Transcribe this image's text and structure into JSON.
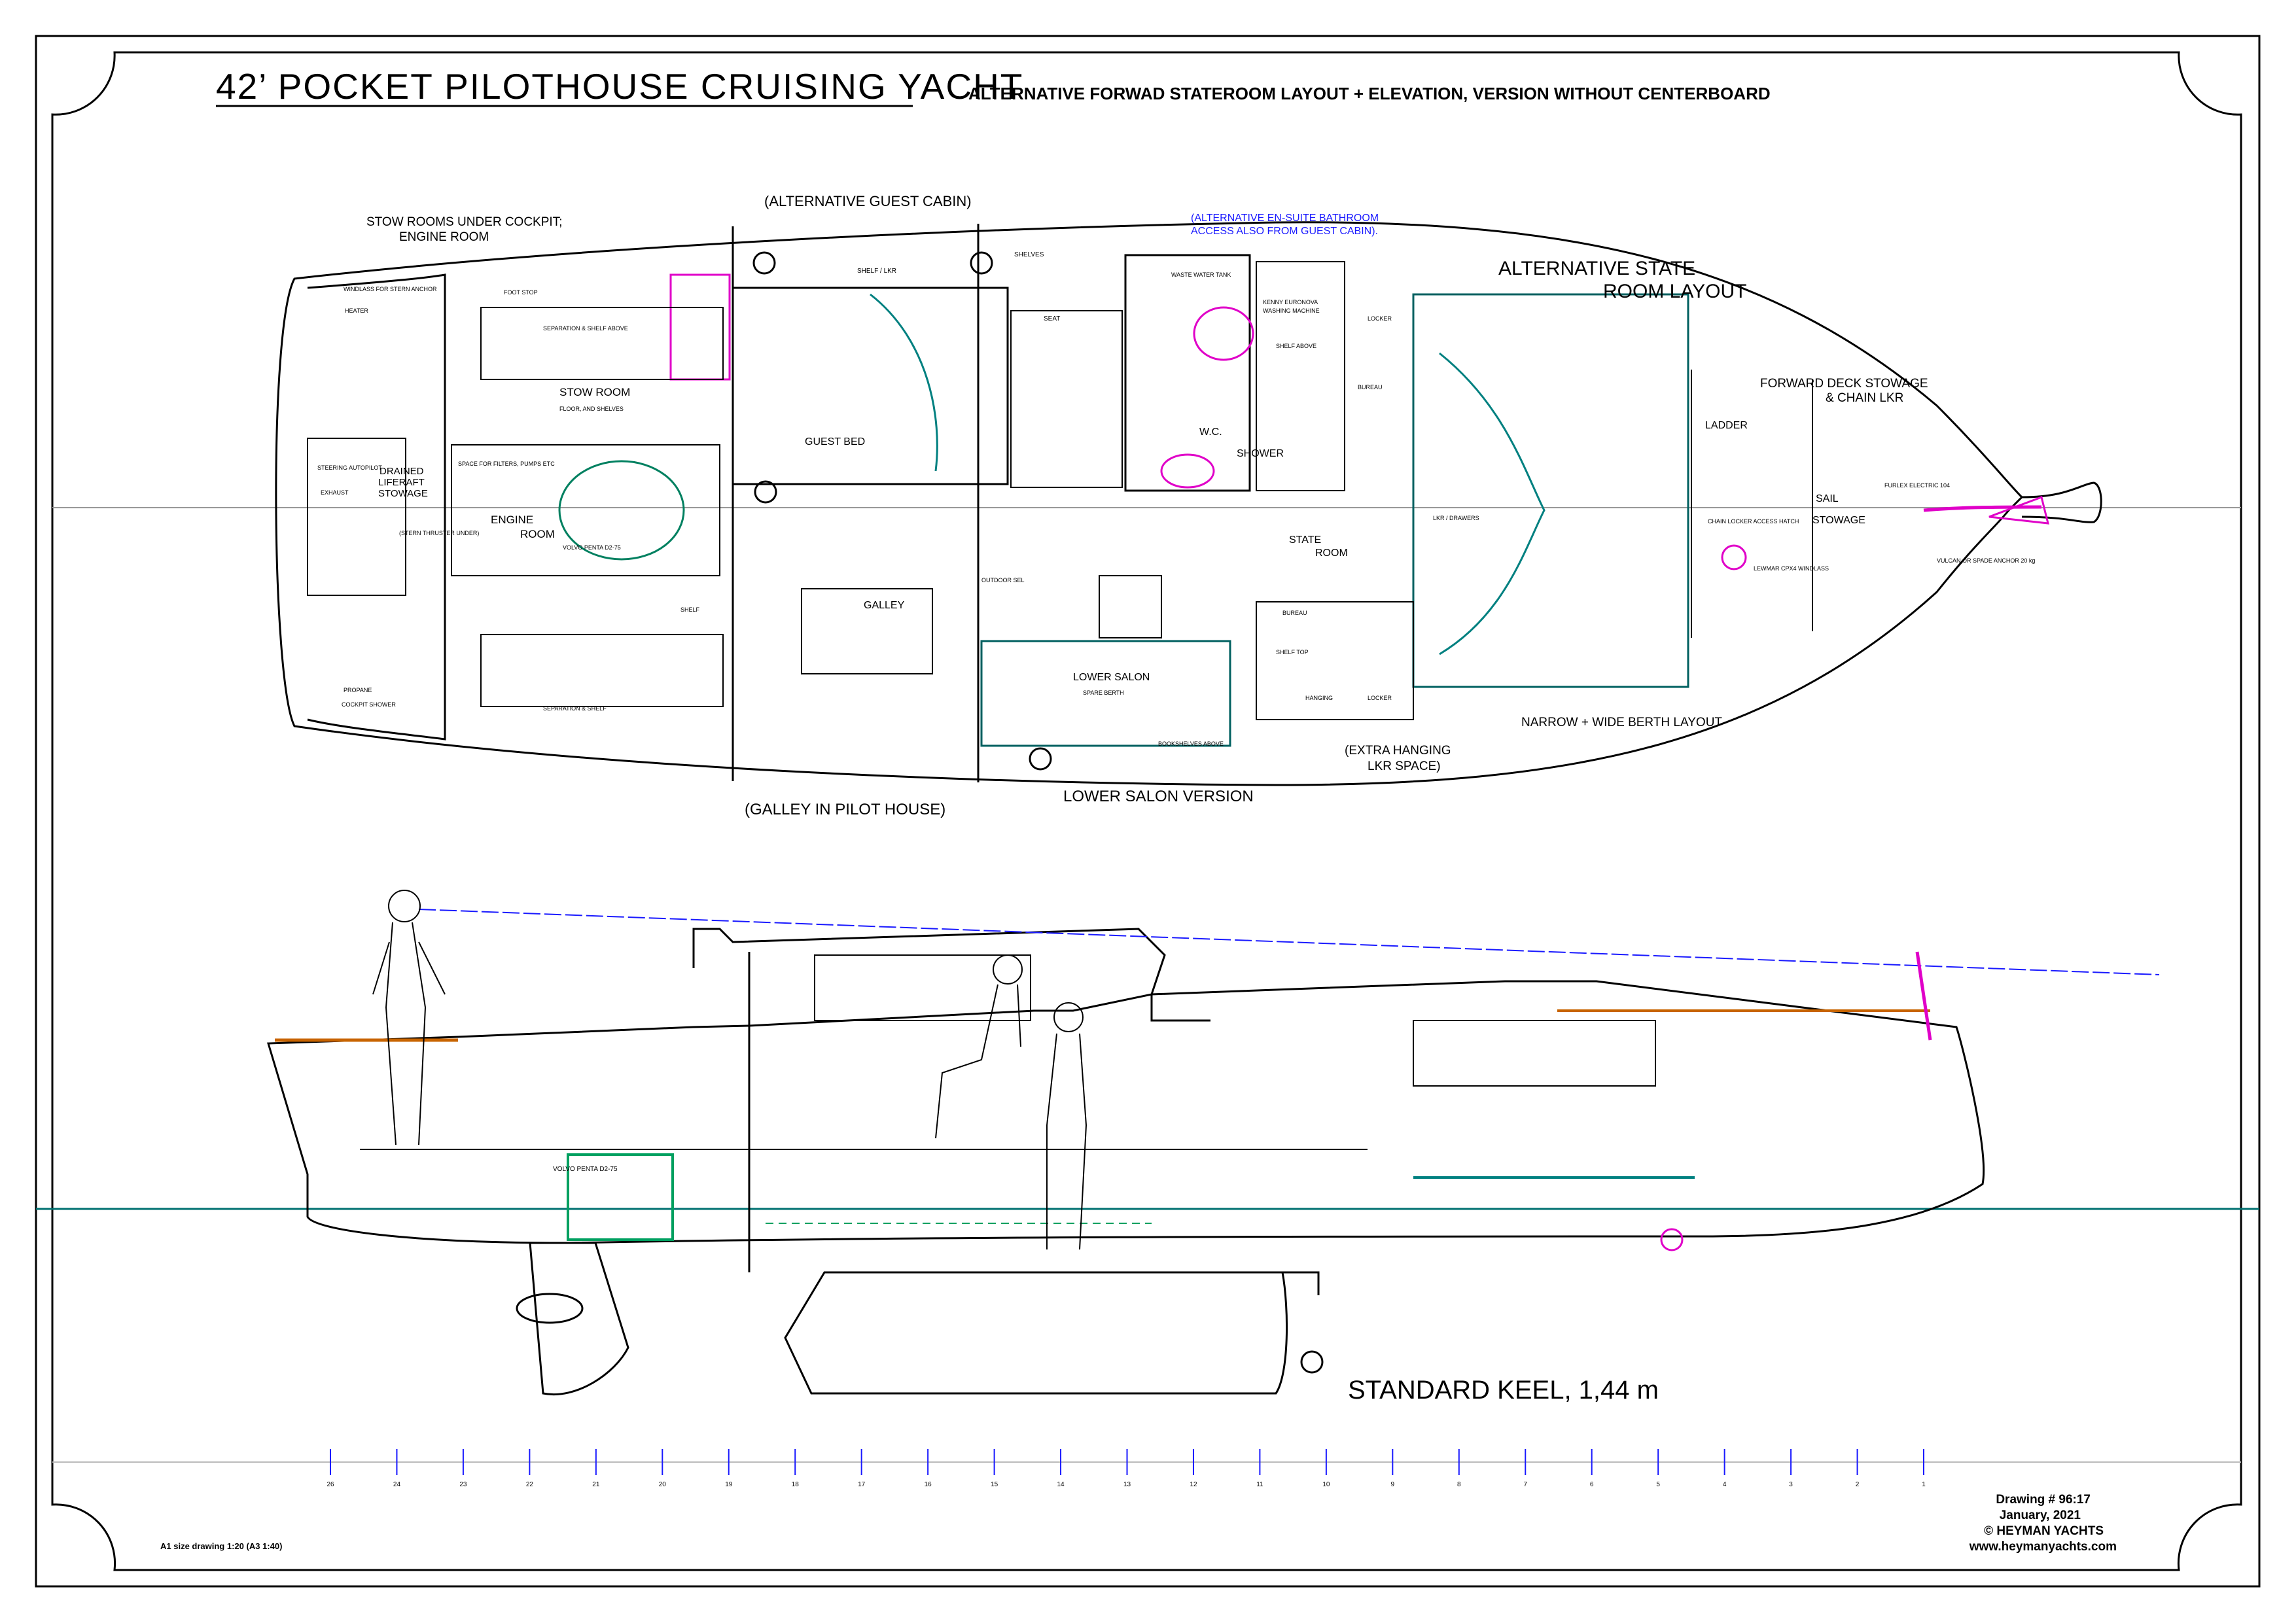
{
  "title": "42’ POCKET PILOTHOUSE CRUISING YACHT",
  "subtitle": "ALTERNATIVE FORWAD STATEROOM LAYOUT + ELEVATION, VERSION WITHOUT CENTERBOARD",
  "plan_labels": {
    "alt_guest_cabin": "(ALTERNATIVE GUEST CABIN)",
    "stow_rooms_1": "STOW ROOMS UNDER COCKPIT;",
    "stow_rooms_2": "ENGINE ROOM",
    "alt_ensuite_1": "(ALTERNATIVE EN-SUITE BATHROOM",
    "alt_ensuite_2": "ACCESS ALSO FROM GUEST CABIN).",
    "alt_state_1": "ALTERNATIVE STATE",
    "alt_state_2": "ROOM LAYOUT",
    "fwd_deck_1": "FORWARD DECK STOWAGE",
    "fwd_deck_2": "& CHAIN LKR",
    "stow_room": "STOW ROOM",
    "engine_room_1": "ENGINE",
    "engine_room_2": "ROOM",
    "drained_1": "DRAINED",
    "drained_2": "LIFERAFT",
    "drained_3": "STOWAGE",
    "guest_bed": "GUEST BED",
    "galley": "GALLEY",
    "lower_salon": "LOWER SALON",
    "wc": "W.C.",
    "shower": "SHOWER",
    "state_1": "STATE",
    "state_2": "ROOM",
    "sail_1": "SAIL",
    "sail_2": "STOWAGE",
    "ladder": "LADDER",
    "narrow_wide": "NARROW + WIDE BERTH LAYOUT",
    "extra_hang_1": "(EXTRA HANGING",
    "extra_hang_2": "LKR SPACE)",
    "galley_ph": "(GALLEY  IN PILOT HOUSE)",
    "lower_salon_version": "LOWER SALON VERSION",
    "shelf_lkr": "SHELF / LKR",
    "shelves": "SHELVES",
    "waste_tank": "WASTE WATER TANK",
    "washing_1": "KENNY EURONOVA",
    "washing_2": "WASHING MACHINE",
    "separation": "SEPARATION & SHELF ABOVE",
    "separation_2": "SEPARATION & SHELF",
    "foot_stop": "FOOT STOP",
    "floor_shelves": "FLOOR, AND SHELVES",
    "pumps": "SPACE FOR FILTERS, PUMPS ETC",
    "volvo": "VOLVO PENTA D2-75",
    "windlass_stern": "WINDLASS FOR STERN ANCHOR",
    "heater": "HEATER",
    "steering": "STEERING AUTOPILOT",
    "exhaust": "EXHAUST",
    "bow_thruster": "(STERN THRUSTER UNDER)",
    "propane": "PROPANE",
    "cockpit_shower": "COCKPIT SHOWER",
    "seat": "SEAT",
    "shelf": "SHELF",
    "shelf_above": "SHELF ABOVE",
    "bureau": "BUREAU",
    "locker": "LOCKER",
    "hanging": "HANGING",
    "shelf_top": "SHELF TOP",
    "spare_berth": "SPARE BERTH",
    "lkr_drawers": "LKR / DRAWERS",
    "chain_locker": "CHAIN LOCKER ACCESS HATCH",
    "lewmar": "LEWMAR CPX4 WINDLASS",
    "furlex": "FURLEX ELECTRIC 104",
    "anchor": "VULCAN OR SPADE ANCHOR 20 kg",
    "outdoor_sel": "OUTDOOR SEL",
    "bookshelves": "BOOKSHELVES ABOVE"
  },
  "elevation_labels": {
    "keel": "STANDARD KEEL, 1,44 m",
    "volvo": "VOLVO PENTA D2-75"
  },
  "stations": [
    "26",
    "24",
    "23",
    "22",
    "21",
    "20",
    "19",
    "18",
    "17",
    "16",
    "15",
    "14",
    "13",
    "12",
    "11",
    "10",
    "9",
    "8",
    "7",
    "6",
    "5",
    "4",
    "3",
    "2",
    "1"
  ],
  "footer": {
    "drawing_no": "Drawing # 96:17",
    "date": "January, 2021",
    "copyright": "© HEYMAN YACHTS",
    "website": "www.heymanyachts.com",
    "scale_note": "A1 size drawing 1:20 (A3 1:40)"
  },
  "colors": {
    "line": "#000000",
    "blue": "#1a1aff",
    "magenta": "#e000c8",
    "teal": "#008080",
    "orange": "#c86400",
    "green": "#00a060"
  }
}
